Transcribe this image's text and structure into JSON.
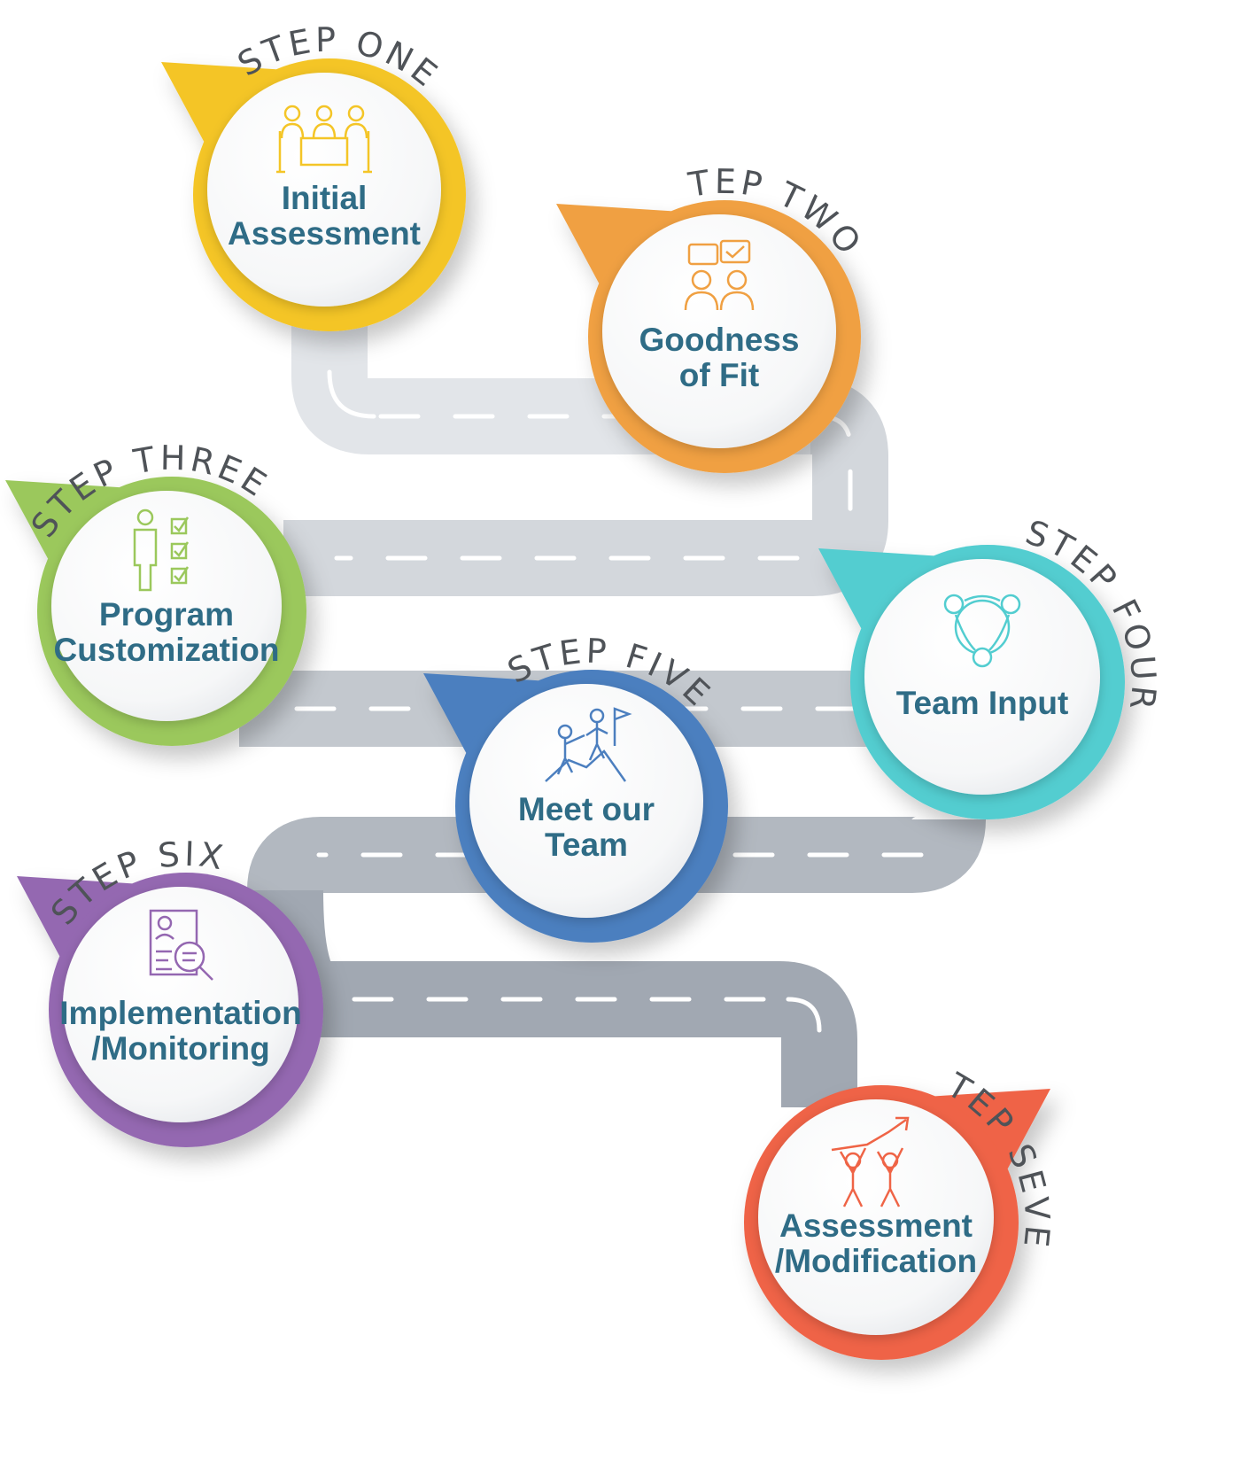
{
  "steps": [
    {
      "label": "STEP ONE",
      "title_lines": [
        "Initial",
        "Assessment"
      ],
      "color": "#F4C527",
      "icon": "team-meeting-icon"
    },
    {
      "label": "STEP TWO",
      "title_lines": [
        "Goodness",
        "of Fit"
      ],
      "color": "#F0A042",
      "icon": "discussion-checkmark-icon"
    },
    {
      "label": "STEP THREE",
      "title_lines": [
        "Program",
        "Customization"
      ],
      "color": "#9BC85C",
      "icon": "person-checklist-icon"
    },
    {
      "label": "STEP FOUR",
      "title_lines": [
        "Team Input"
      ],
      "color": "#52CDD0",
      "icon": "team-circle-icon"
    },
    {
      "label": "STEP FIVE",
      "title_lines": [
        "Meet our",
        "Team"
      ],
      "color": "#4C7FBF",
      "icon": "mountain-climbers-icon"
    },
    {
      "label": "STEP SIX",
      "title_lines": [
        "Implementation",
        "/Monitoring"
      ],
      "color": "#9467B1",
      "icon": "profile-magnifier-icon"
    },
    {
      "label": "STEP SEVEN",
      "title_lines": [
        "Assessment",
        "/Modification"
      ],
      "color": "#EF6446",
      "icon": "lifting-growth-arrow-icon"
    }
  ],
  "title_color": "#2F6C86",
  "label_color": "#4F5358",
  "road_colors": [
    "#E2E5E9",
    "#D3D7DC",
    "#C3C8CE",
    "#B2B8C0",
    "#A1A8B2",
    "#98A0AA"
  ]
}
